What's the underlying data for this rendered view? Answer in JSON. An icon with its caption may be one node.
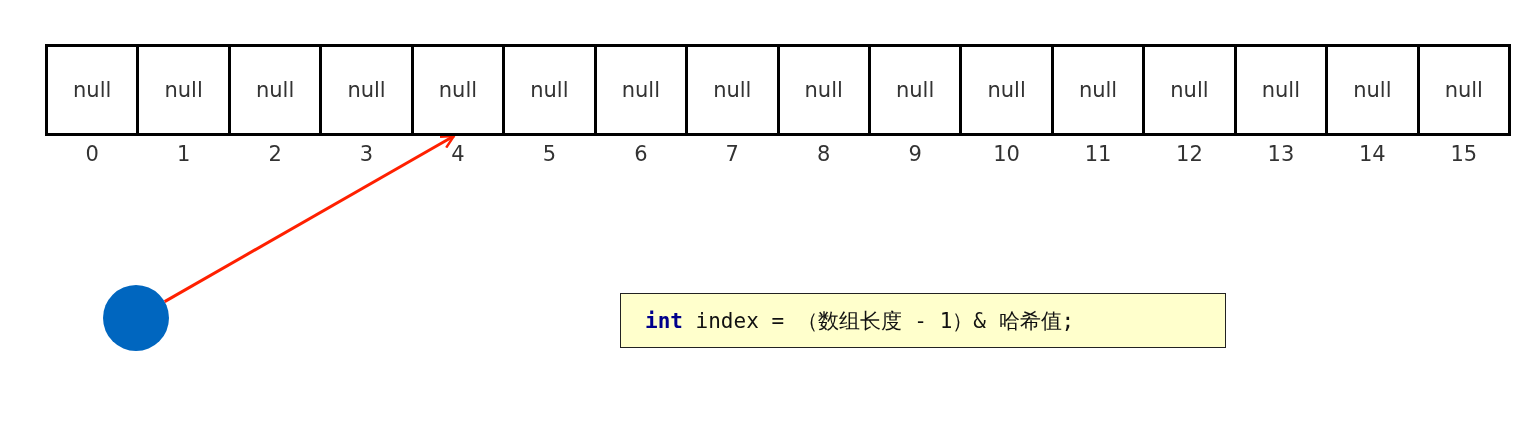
{
  "diagram": {
    "nodes": [
      {
        "text": [
          "null"
        ],
        "beside": [
          "0"
        ]
      },
      {
        "text": [
          "null"
        ],
        "beside": [
          "1"
        ]
      },
      {
        "text": [
          "null"
        ],
        "beside": [
          "2"
        ]
      },
      {
        "text": [
          "null"
        ],
        "beside": [
          "3"
        ]
      },
      {
        "text": [
          "null"
        ],
        "beside": [
          "4"
        ]
      },
      {
        "text": [
          "null"
        ],
        "beside": [
          "5"
        ]
      },
      {
        "text": [
          "null"
        ],
        "beside": [
          "6"
        ]
      },
      {
        "text": [
          "null"
        ],
        "beside": [
          "7"
        ]
      },
      {
        "text": [
          "null"
        ],
        "beside": [
          "8"
        ]
      },
      {
        "text": [
          "null"
        ],
        "beside": [
          "9"
        ]
      },
      {
        "text": [
          "null"
        ],
        "beside": [
          "10"
        ]
      },
      {
        "text": [
          "null"
        ],
        "beside": [
          "11"
        ]
      },
      {
        "text": [
          "null"
        ],
        "beside": [
          "12"
        ]
      },
      {
        "text": [
          "null"
        ],
        "beside": [
          "13"
        ]
      },
      {
        "text": [
          "null"
        ],
        "beside": [
          "14"
        ]
      },
      {
        "text": [
          "null"
        ],
        "beside": [
          "15"
        ]
      },
      {
        "text": [],
        "shape": "circle"
      },
      {
        "text": [
          "**int** index = （数组长度 - 1）& 哈希值;"
        ]
      }
    ],
    "edges": [
      {
        "from": 16,
        "to": 4,
        "arrow": "to",
        "color": "#ff2000"
      }
    ]
  }
}
